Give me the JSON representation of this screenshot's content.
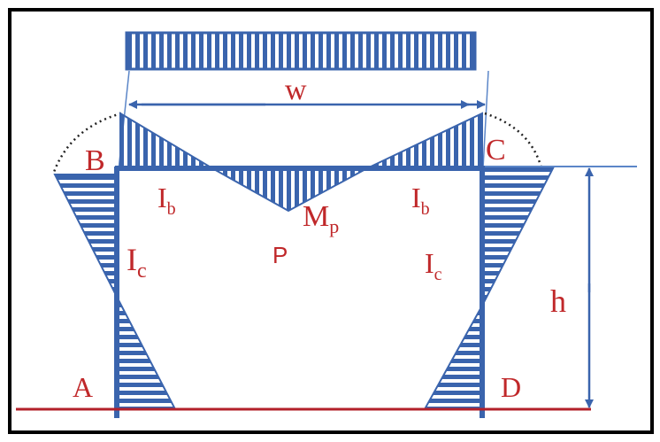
{
  "diagram": {
    "title": "Portal frame plastic hinge mechanism",
    "labels": {
      "load": "w",
      "joint_a": "A",
      "joint_b": "B",
      "joint_c": "C",
      "joint_d": "D",
      "beam_inertia_left": "I",
      "beam_inertia_left_sub": "b",
      "beam_inertia_right": "I",
      "beam_inertia_right_sub": "b",
      "column_inertia_left": "I",
      "column_inertia_left_sub": "c",
      "column_inertia_right": "I",
      "column_inertia_right_sub": "c",
      "plastic_moment": "M",
      "plastic_moment_sub": "p",
      "point_load": "P",
      "height": "h"
    },
    "colors": {
      "structure": "#3a64ad",
      "text": "#c0282a",
      "ground": "#b3202a",
      "border": "#000000"
    }
  }
}
